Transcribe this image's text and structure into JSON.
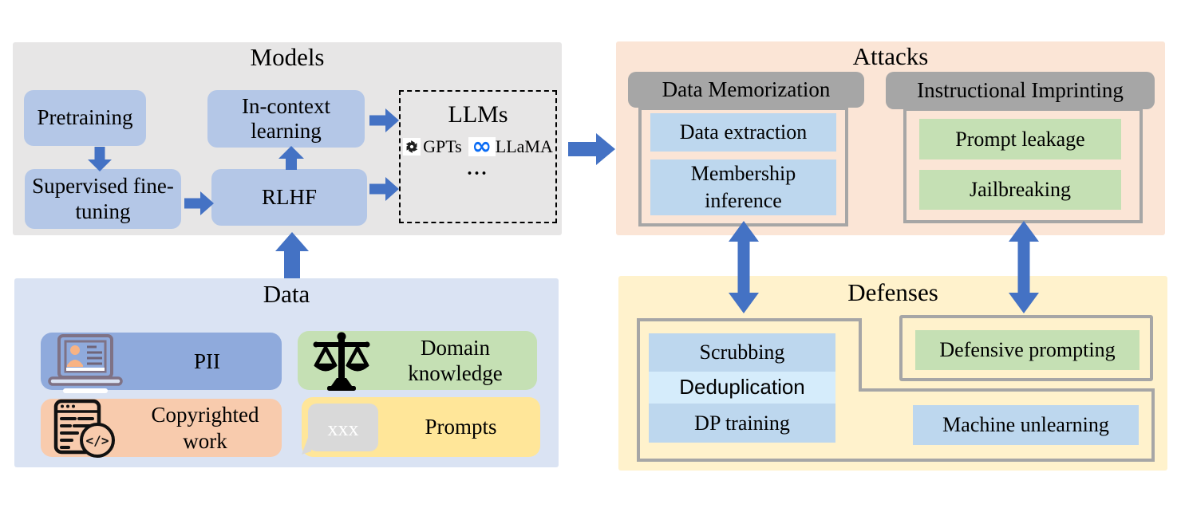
{
  "models": {
    "title": "Models",
    "pretraining": "Pretraining",
    "supervised_finetuning": "Supervised fine-tuning",
    "in_context_learning": "In-context learning",
    "rlhf": "RLHF",
    "llms": {
      "title": "LLMs",
      "gpts": "GPTs",
      "llama": "LLaMA",
      "more": "..."
    }
  },
  "data": {
    "title": "Data",
    "pii": "PII",
    "domain_knowledge": "Domain knowledge",
    "copyrighted_work": "Copyrighted work",
    "prompts": "Prompts",
    "bubble_text": "xxx",
    "code_glyph": "</>"
  },
  "attacks": {
    "title": "Attacks",
    "memorization": {
      "header": "Data Memorization",
      "data_extraction": "Data extraction",
      "membership_inference": "Membership inference"
    },
    "imprinting": {
      "header": "Instructional Imprinting",
      "prompt_leakage": "Prompt leakage",
      "jailbreaking": "Jailbreaking"
    }
  },
  "defenses": {
    "title": "Defenses",
    "scrubbing": "Scrubbing",
    "deduplication": "Deduplication",
    "dp_training": "DP training",
    "defensive_prompting": "Defensive prompting",
    "machine_unlearning": "Machine unlearning"
  },
  "colors": {
    "arrow_blue": "#4472c4",
    "models_panel": "#e7e6e6",
    "data_panel": "#dae3f3",
    "attacks_panel": "#fbe5d6",
    "defenses_panel": "#fff2cc",
    "model_box": "#b4c7e7",
    "gray_header": "#a6a6a6",
    "container_border": "#a6a6a6",
    "blue_item": "#bdd7ee",
    "dedup_item": "#d5ecfb",
    "green_item": "#c5e0b4",
    "pii_box": "#8faadc",
    "copyright_box": "#f8cbad",
    "prompts_box": "#ffe699",
    "bubble_gray": "#d9d9d9",
    "meta_blue": "#0a6cf5"
  }
}
